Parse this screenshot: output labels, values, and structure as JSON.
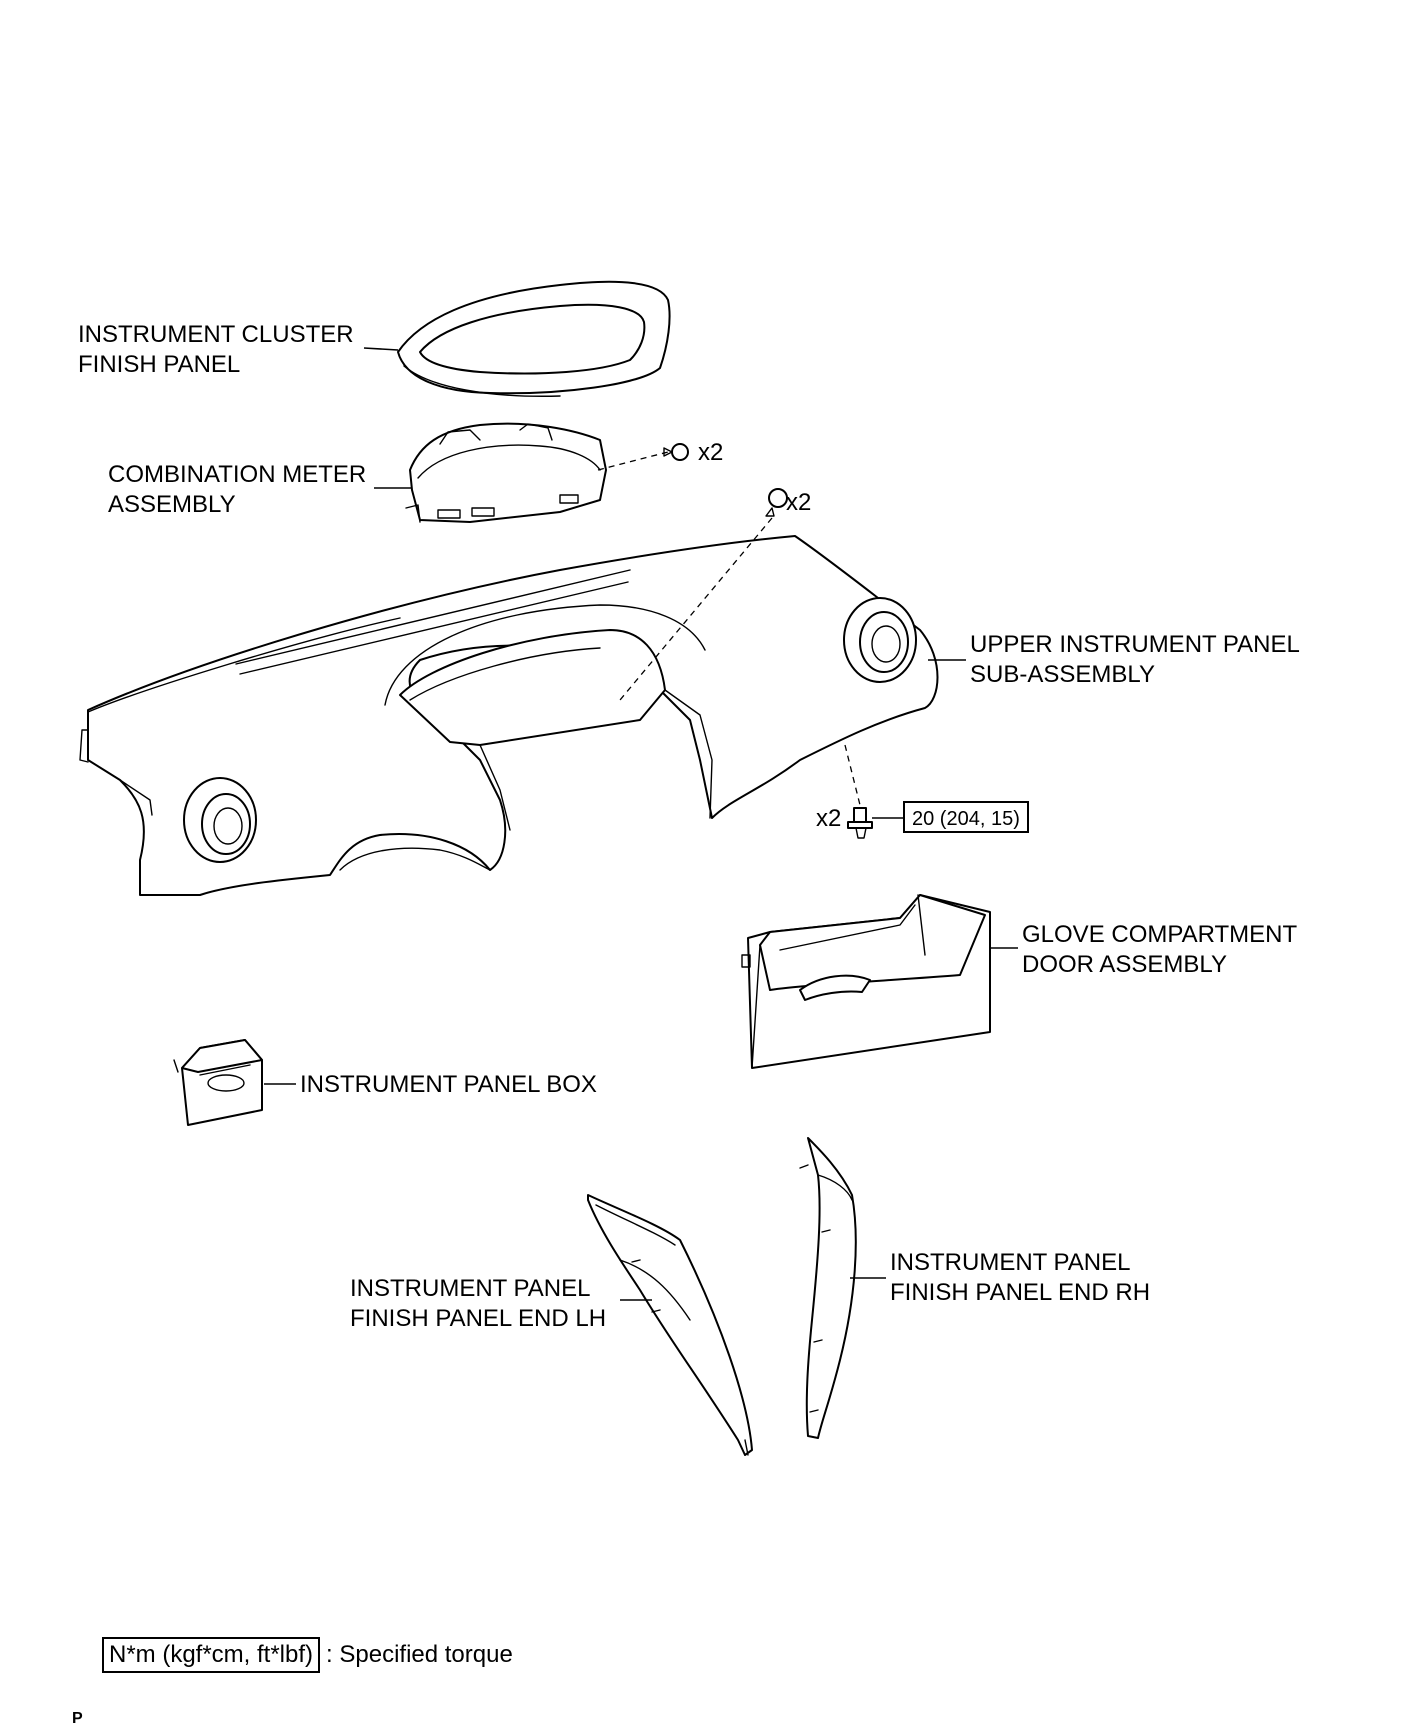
{
  "labels": {
    "cluster_finish_panel": [
      "INSTRUMENT CLUSTER",
      "FINISH PANEL"
    ],
    "combination_meter": [
      "COMBINATION METER",
      "ASSEMBLY"
    ],
    "upper_panel": [
      "UPPER INSTRUMENT PANEL",
      "SUB-ASSEMBLY"
    ],
    "glove_compartment": [
      "GLOVE COMPARTMENT",
      "DOOR ASSEMBLY"
    ],
    "panel_box": "INSTRUMENT PANEL BOX",
    "finish_end_lh": [
      "INSTRUMENT PANEL",
      "FINISH PANEL END LH"
    ],
    "finish_end_rh": [
      "INSTRUMENT PANEL",
      "FINISH PANEL END RH"
    ]
  },
  "fastener_counts": {
    "meter_screw": "x2",
    "panel_screw_upper": "x2",
    "panel_bolt_lower": "x2"
  },
  "torque_spec": "20 (204, 15)",
  "legend": {
    "unit_box": "N*m (kgf*cm, ft*lbf)",
    "description": ": Specified torque"
  },
  "corner_code": "P"
}
